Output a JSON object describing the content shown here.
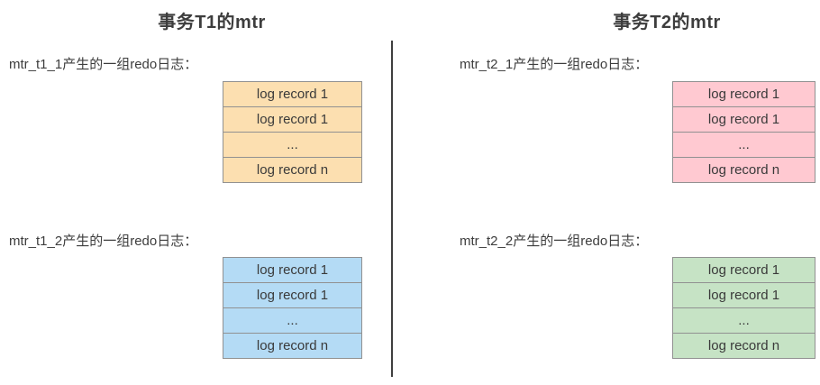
{
  "colors": {
    "border": "#919191",
    "divider": "#3f3f3f",
    "text": "#3d3d3d",
    "orange_fill": "#fcdfb0",
    "pink_fill": "#ffc9d1",
    "blue_fill": "#b4dbf5",
    "green_fill": "#c6e3c5"
  },
  "columns": [
    {
      "title": "事务T1的mtr",
      "groups": [
        {
          "label": "mtr_t1_1产生的一组redo日志：",
          "color": "#fcdfb0",
          "rows": [
            "log record 1",
            "log record 1",
            "...",
            "log record n"
          ]
        },
        {
          "label": "mtr_t1_2产生的一组redo日志：",
          "color": "#b4dbf5",
          "rows": [
            "log record 1",
            "log record 1",
            "...",
            "log record n"
          ]
        }
      ]
    },
    {
      "title": "事务T2的mtr",
      "groups": [
        {
          "label": "mtr_t2_1产生的一组redo日志：",
          "color": "#ffc9d1",
          "rows": [
            "log record 1",
            "log record 1",
            "...",
            "log record n"
          ]
        },
        {
          "label": "mtr_t2_2产生的一组redo日志：",
          "color": "#c6e3c5",
          "rows": [
            "log record 1",
            "log record 1",
            "...",
            "log record n"
          ]
        }
      ]
    }
  ]
}
